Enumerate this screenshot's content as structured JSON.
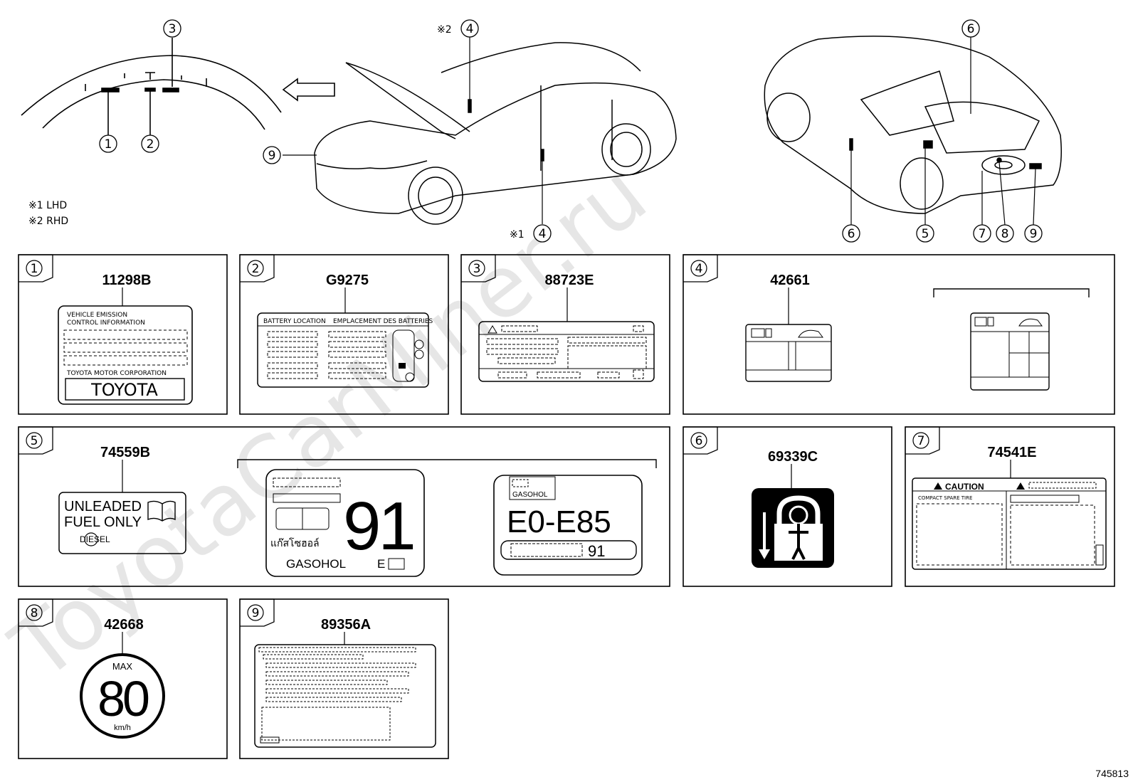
{
  "watermark": "ToyotaCarMiner.ru",
  "diagram_id": "745813",
  "notes": [
    "※1 LHD",
    "※2 RHD"
  ],
  "callouts": {
    "c1": "1",
    "c2": "2",
    "c3": "3",
    "c4a": "4",
    "c4b": "4",
    "c5": "5",
    "c6a": "6",
    "c6b": "6",
    "c7": "7",
    "c8": "8",
    "c9a": "9",
    "c9b": "9",
    "mark_lhd": "※1",
    "mark_rhd": "※2"
  },
  "panels": [
    {
      "num": "1",
      "part": "11298B"
    },
    {
      "num": "2",
      "part": "G9275"
    },
    {
      "num": "3",
      "part": "88723E"
    },
    {
      "num": "4",
      "part": "42661"
    },
    {
      "num": "5",
      "part": "74559B"
    },
    {
      "num": "6",
      "part": "69339C"
    },
    {
      "num": "7",
      "part": "74541E"
    },
    {
      "num": "8",
      "part": "42668"
    },
    {
      "num": "9",
      "part": "89356A"
    }
  ],
  "labels": {
    "l1_line1": "VEHICLE EMISSION",
    "l1_line2": "CONTROL INFORMATION",
    "l1_corp": "TOYOTA MOTOR CORPORATION",
    "l1_brand": "TOYOTA",
    "l2_left": "BATTERY LOCATION",
    "l2_right": "EMPLACEMENT DES BATTERIES",
    "l5_unleaded": "UNLEADED",
    "l5_fuel": "FUEL ONLY",
    "l5_diesel": "DIESEL",
    "l5_big": "91",
    "l5_thai": "แก๊สโซฮอล์",
    "l5_gasohol": "GASOHOL",
    "l5_e": "E",
    "l5_gasohol2": "GASOHOL",
    "l5_e085": "E0-E85",
    "l5_91b": "91",
    "l7_caution": "CAUTION",
    "l7_spare": "COMPACT SPARE TIRE",
    "l8_max": "MAX",
    "l8_speed": "80",
    "l8_unit": "km/h"
  }
}
